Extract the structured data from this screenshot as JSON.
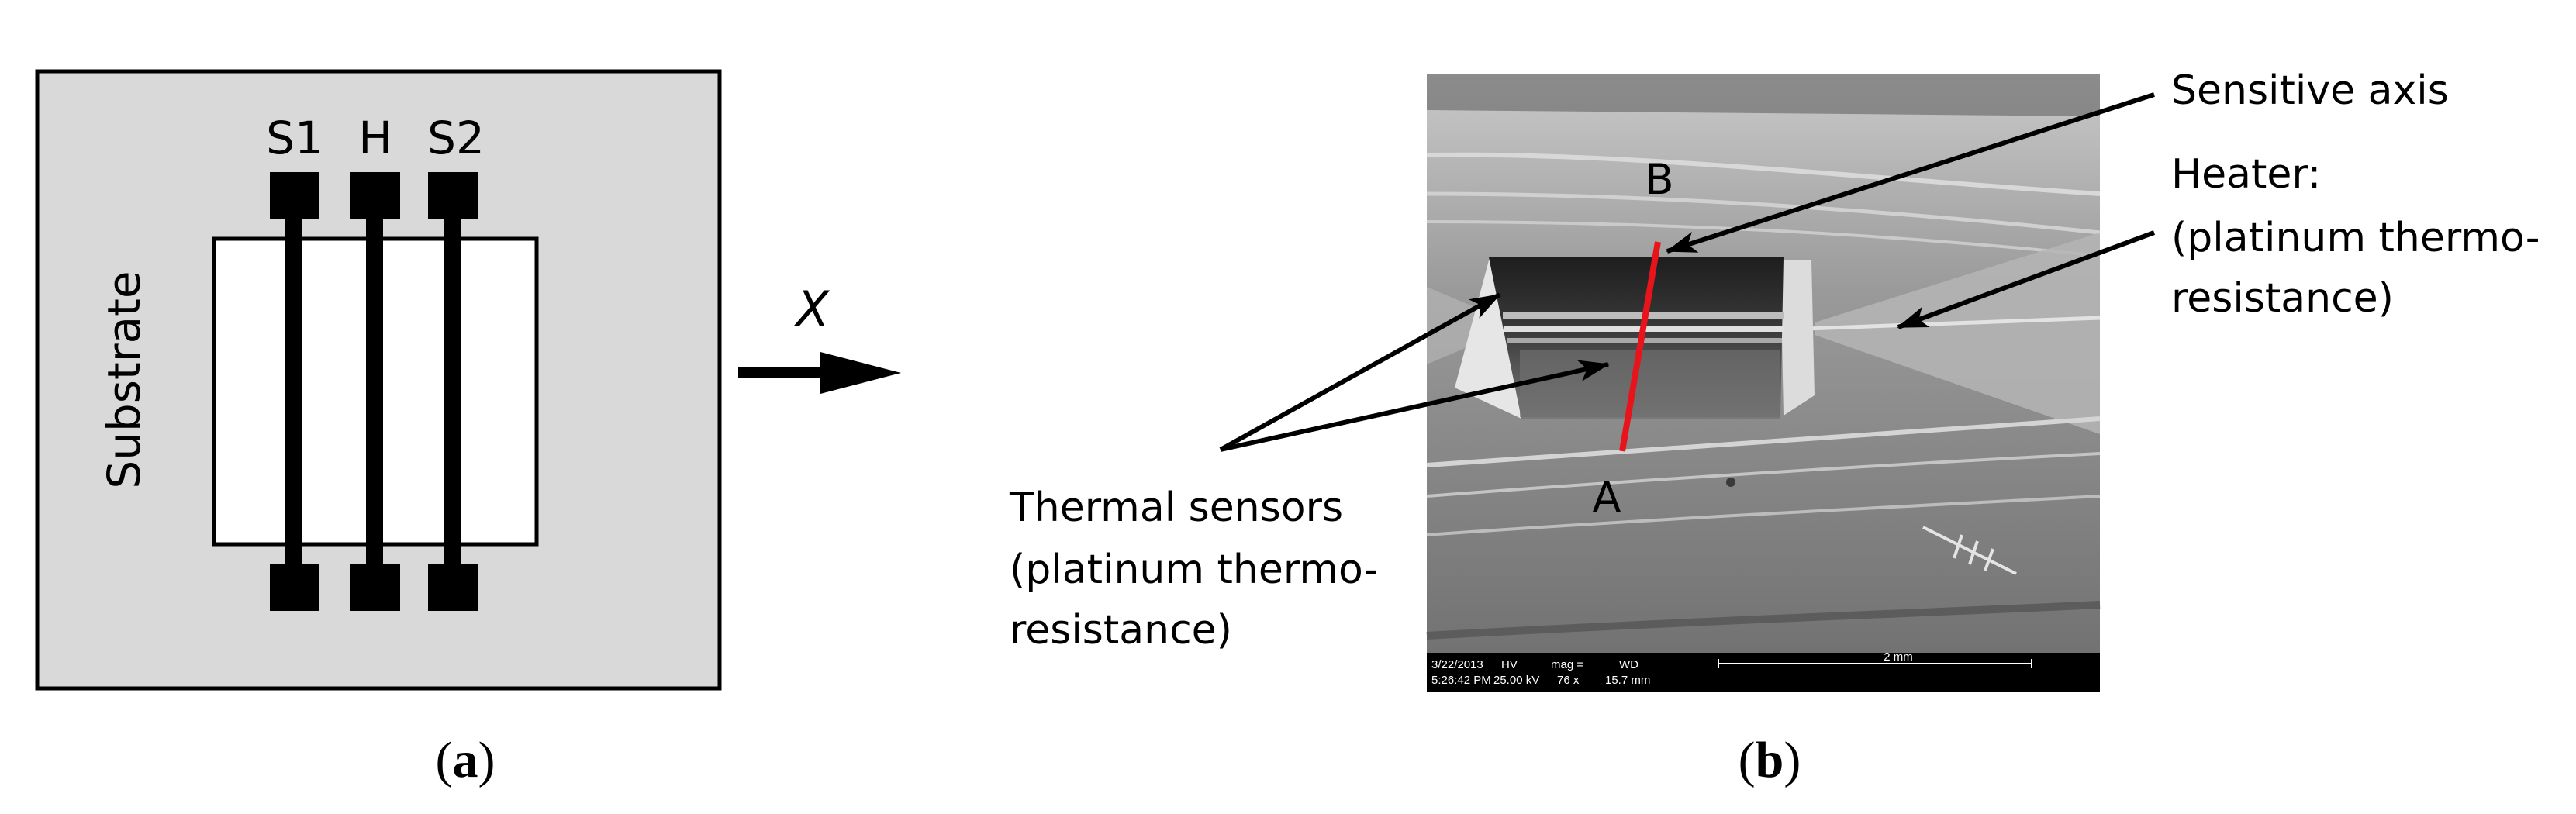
{
  "panel_a": {
    "substrate_label": "Substrate",
    "electrode_labels": [
      "S1",
      "H",
      "S2"
    ],
    "axis_label": "X",
    "caption": {
      "open": "(",
      "letter": "a",
      "close": ")"
    }
  },
  "panel_b": {
    "labels": {
      "sensitive_axis": "Sensitive axis",
      "heater_lines": [
        "Heater:",
        "(platinum thermo-",
        "resistance)"
      ],
      "sensors_lines": [
        "Thermal sensors",
        "(platinum thermo-",
        "resistance)"
      ],
      "point_b": "B",
      "point_a": "A"
    },
    "sem_info": {
      "date": "3/22/2013",
      "time": "5:26:42 PM",
      "hv_label": "HV",
      "hv_value": "25.00 kV",
      "mag_label": "mag =",
      "mag_value": "76 x",
      "wd_label": "WD",
      "wd_value": "15.7 mm",
      "scale": "2 mm"
    },
    "caption": {
      "open": "(",
      "letter": "b",
      "close": ")"
    }
  },
  "colors": {
    "substrate_fill": "#d9d9d9",
    "membrane_fill": "#ffffff",
    "trace": "#000000",
    "sensitive_axis_line": "#e8141c",
    "sem_background": "#8f8f8f"
  }
}
